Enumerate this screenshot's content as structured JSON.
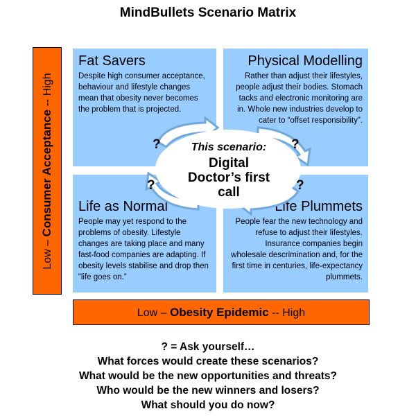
{
  "title": "MindBullets Scenario Matrix",
  "y_axis": {
    "low": "Low –",
    "label": "Consumer Acceptance",
    "high": "-- High"
  },
  "x_axis": {
    "low": "Low –",
    "label": "Obesity Epidemic",
    "high": "-- High"
  },
  "quadrants": [
    {
      "title": "Fat Savers",
      "text": "Despite high consumer acceptance, behaviour and lifestyle changes mean that obesity never becomes the problem that is projected."
    },
    {
      "title": "Physical Modelling",
      "text": "Rather than adjust their lifestyles, people adjust their bodies. Stomach tacks and electronic monitoring are in. Whole new industries develop to cater to “offset responsibility”."
    },
    {
      "title": "Life as Normal",
      "text": "People may yet respond to the problems of obesity. Lifestyle changes are taking place and many fast-food companies are adapting. If obesity levels stabilise and drop then “life goes on.”"
    },
    {
      "title": "Life Plummets",
      "text": "People fear the new technology and refuse to adjust their lifestyles. Insurance companies begin wholesale descrimination and, for the first time in centuries, life-expectancy plummets."
    }
  ],
  "center": {
    "label": "This scenario:",
    "name": "Digital Doctor’s first call"
  },
  "question_mark": "?",
  "questions": [
    "? = Ask yourself…",
    "What forces would create these scenarios?",
    "What would be the new opportunities and threats?",
    "Who would be the new winners and losers?",
    "What should you do now?"
  ]
}
